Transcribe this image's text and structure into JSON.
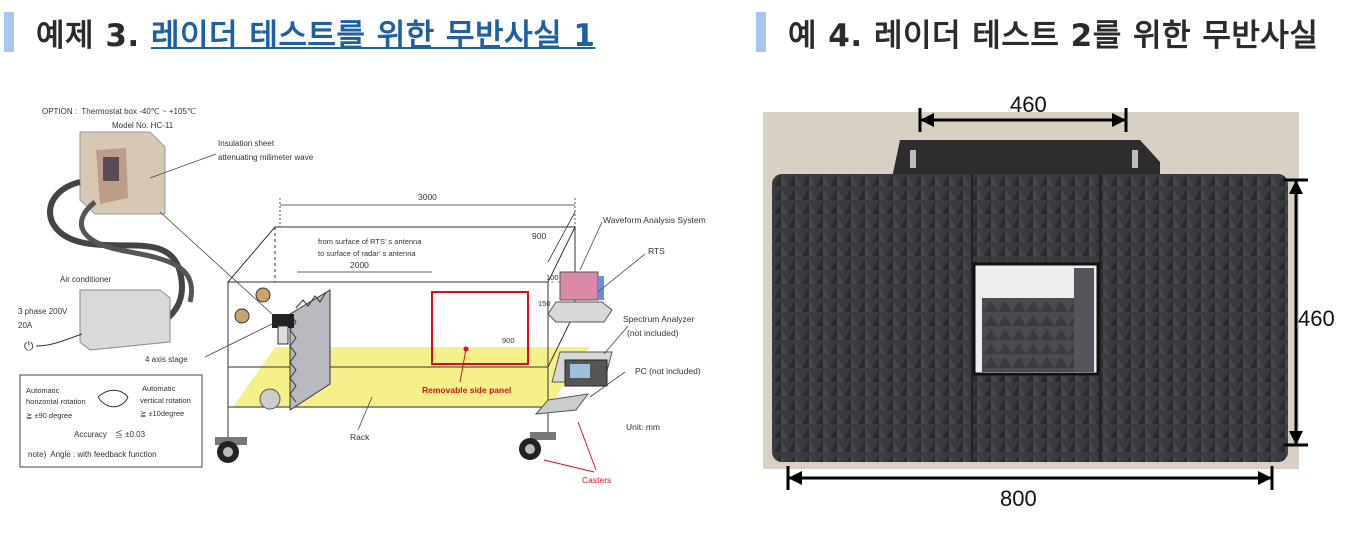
{
  "header_left": {
    "prefix": "예제 3. ",
    "link_text": "레이더 테스트를 위한 무반사실 1"
  },
  "header_right": {
    "title": "예 4. 레이더 테스트 2를 위한 무반사실"
  },
  "diagram": {
    "option_line": "OPTION :  Thermostat box -40℃ ~ +105℃",
    "model": "Model No. HC-11",
    "insulation_1": "Insulation sheet",
    "insulation_2": "attenuating milimeter wave",
    "air_conditioner": "Air conditioner",
    "power_1": "3 phase 200V",
    "power_2": "20A",
    "stage": "4 axis stage",
    "dim_3000": "3000",
    "dim_900_top": "900",
    "dim_2000": "2000",
    "from_1": "from surface of RTS’ s antenna",
    "from_2": "to surface of radar’ s antenna",
    "dim_100": "100",
    "dim_150": "150",
    "dim_900_panel": "900",
    "waveform": "Waveform Analysis System",
    "rts": "RTS",
    "spectrum_1": "Spectrum Analyzer",
    "spectrum_2": "(not included)",
    "pc": "PC (not included)",
    "unit": "Unit: mm",
    "removable": "Removable side panel",
    "rack": "Rack",
    "casters": "Casters",
    "legend_h1": "Automatic",
    "legend_h2": "horizontal rotation",
    "legend_h3": "≧ ±90 degree",
    "legend_v1": "Automatic",
    "legend_v2": "vertical rotation",
    "legend_v3": "≧ ±10degree",
    "legend_acc": "Accuracy　≦ ±0.03",
    "legend_note": "note)  Angle : with feedback function",
    "colors": {
      "red": "#d6101e",
      "yellow": "#f6f08a",
      "chamber": "#bfc0c6"
    }
  },
  "photo": {
    "dim_top": "460",
    "dim_right": "460",
    "dim_bottom": "800"
  }
}
